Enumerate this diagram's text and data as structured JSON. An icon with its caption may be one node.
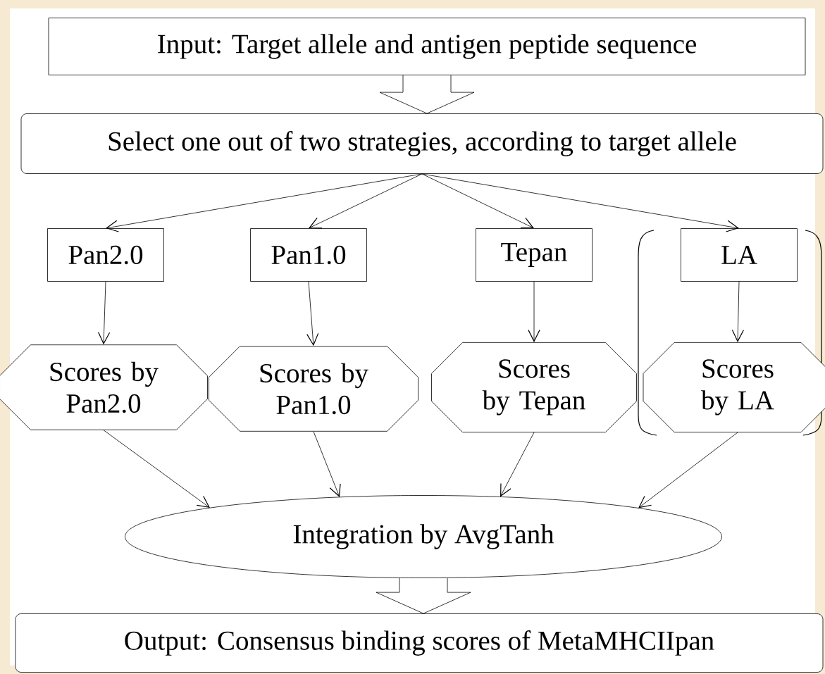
{
  "diagram": {
    "nodes": [
      {
        "text": [
          "Input: Target allele and antigen peptide sequence"
        ]
      },
      {
        "text": [
          "Select one out of two strategies, according to target allele"
        ]
      },
      {
        "text": [
          "Pan2.0"
        ]
      },
      {
        "text": [
          "Pan1.0"
        ]
      },
      {
        "text": [
          "Tepan"
        ]
      },
      {
        "text": [
          "LA"
        ]
      },
      {
        "text": [
          "Scores by Pan2.0"
        ]
      },
      {
        "text": [
          "Scores by Pan1.0"
        ]
      },
      {
        "text": [
          "Scores by Tepan"
        ]
      },
      {
        "text": [
          "Scores by LA"
        ]
      },
      {
        "text": [
          "Integration by AvgTanh"
        ]
      },
      {
        "text": [
          "Output: Consensus binding scores of MetaMHCIIpan"
        ]
      }
    ],
    "edges": [
      {
        "from": 0,
        "to": 1,
        "arrow": "to",
        "style": "thick"
      },
      {
        "from": 1,
        "to": 2,
        "arrow": "to"
      },
      {
        "from": 1,
        "to": 3,
        "arrow": "to"
      },
      {
        "from": 1,
        "to": 4,
        "arrow": "to"
      },
      {
        "from": 1,
        "to": 5,
        "arrow": "to"
      },
      {
        "from": 2,
        "to": 6,
        "arrow": "to"
      },
      {
        "from": 3,
        "to": 7,
        "arrow": "to"
      },
      {
        "from": 4,
        "to": 8,
        "arrow": "to"
      },
      {
        "from": 5,
        "to": 9,
        "arrow": "to"
      },
      {
        "from": 6,
        "to": 10,
        "arrow": "to"
      },
      {
        "from": 7,
        "to": 10,
        "arrow": "to"
      },
      {
        "from": 8,
        "to": 10,
        "arrow": "to"
      },
      {
        "from": 9,
        "to": 10,
        "arrow": "to"
      },
      {
        "from": 10,
        "to": 11,
        "arrow": "to",
        "style": "thick"
      }
    ]
  }
}
